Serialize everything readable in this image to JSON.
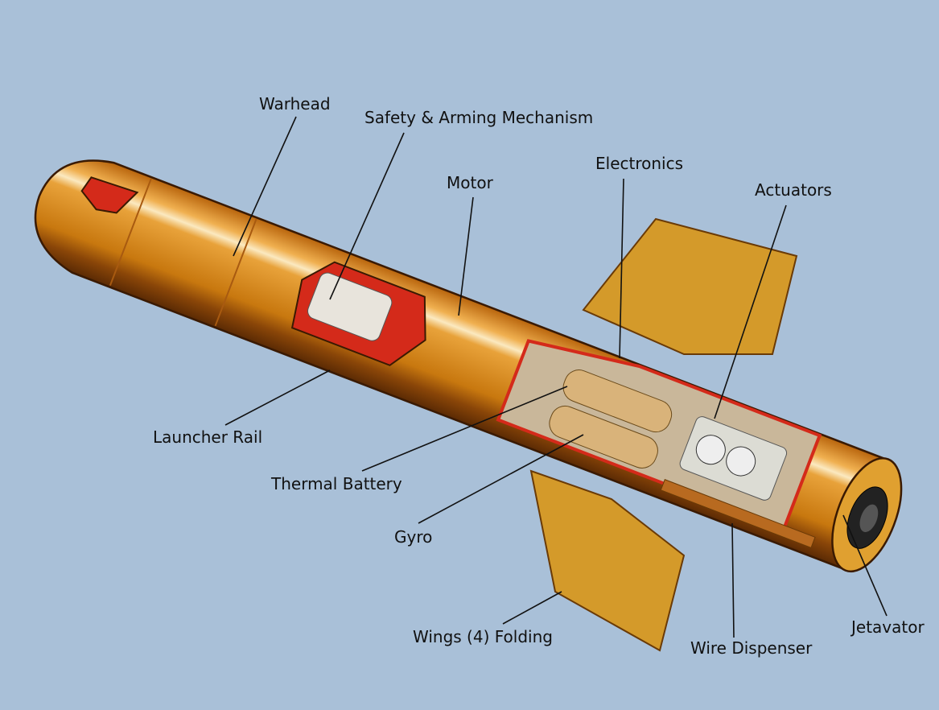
{
  "colors": {
    "background": "#a9c0d8",
    "body": "#d88a1e",
    "body_dark": "#8a4a08",
    "highlight": "#fbe3b0",
    "cutaway_red": "#d42a1a",
    "fin": "#d49a2a"
  },
  "labels": {
    "warhead": "Warhead",
    "safety_arming": "Safety & Arming Mechanism",
    "motor": "Motor",
    "electronics": "Electronics",
    "actuators": "Actuators",
    "launcher_rail": "Launcher Rail",
    "thermal_battery": "Thermal Battery",
    "gyro": "Gyro",
    "wings": "Wings (4) Folding",
    "wire_dispenser": "Wire Dispenser",
    "jetavator": "Jetavator"
  }
}
